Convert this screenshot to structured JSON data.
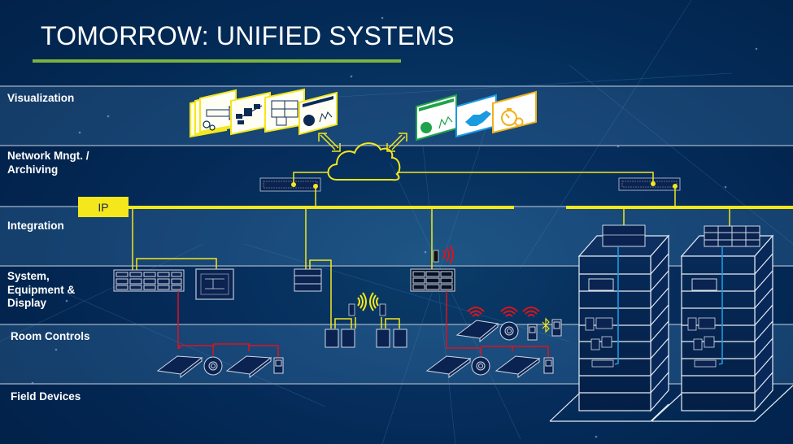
{
  "slide": {
    "title": "TOMORROW: UNIFIED SYSTEMS",
    "colors": {
      "accent_underline": "#7ab33e",
      "ip_bus": "#f4e71c",
      "field_wiring": "#e0121b",
      "building_backbone": "#1a9be0",
      "background": "#03254d"
    }
  },
  "layers": [
    {
      "label": "Visualization"
    },
    {
      "label": "Network Mngt. / Archiving"
    },
    {
      "label": "Integration"
    },
    {
      "label": "System, Equipment & Display"
    },
    {
      "label": "Room Controls"
    },
    {
      "label": "Field Devices"
    }
  ],
  "ip_badge": {
    "label": "IP"
  },
  "icons": {
    "visualization_left": [
      "process-flow-icon",
      "schematic-icon",
      "floorplan-icon",
      "dashboard-icon"
    ],
    "visualization_right": [
      "analytics-dashboard-icon",
      "handshake-icon",
      "timer-gear-icon"
    ],
    "network": [
      "cloud-icon",
      "network-switch-icon",
      "network-switch-icon"
    ],
    "field_devices": [
      "light-fixture-icon",
      "sensor-icon",
      "room-panel-icon",
      "wireless-signal-icon",
      "bluetooth-icon"
    ]
  }
}
